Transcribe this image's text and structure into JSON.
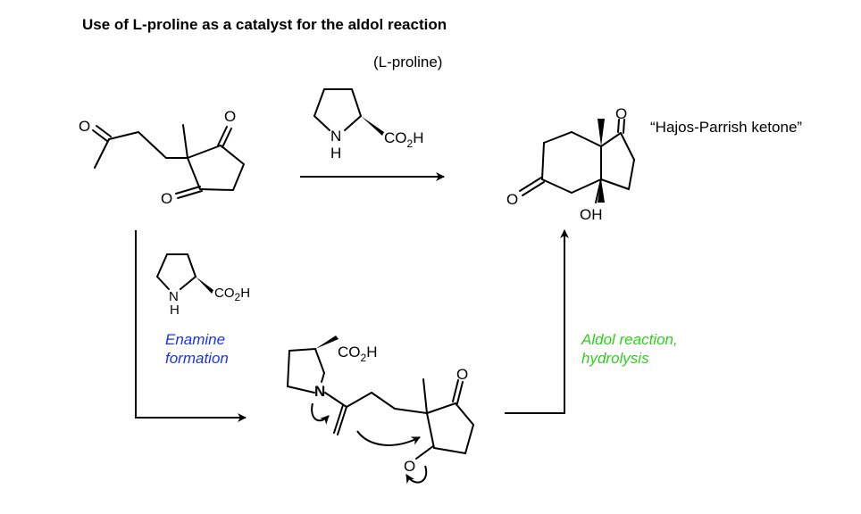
{
  "title": "Use of L-proline as a catalyst for the aldol reaction",
  "catalyst_label": "(L-proline)",
  "product_name": "“Hajos-Parrish ketone”",
  "steps": {
    "enamine": [
      "Enamine",
      "formation"
    ],
    "aldol": [
      "Aldol reaction,",
      "hydrolysis"
    ]
  },
  "colors": {
    "enamine": "#1a35e6",
    "aldol": "#2fcf1f",
    "ink": "#000000"
  },
  "atoms": {
    "O": "O",
    "N": "N",
    "H": "H",
    "OH": "OH",
    "CO": "CO",
    "two": "2"
  }
}
